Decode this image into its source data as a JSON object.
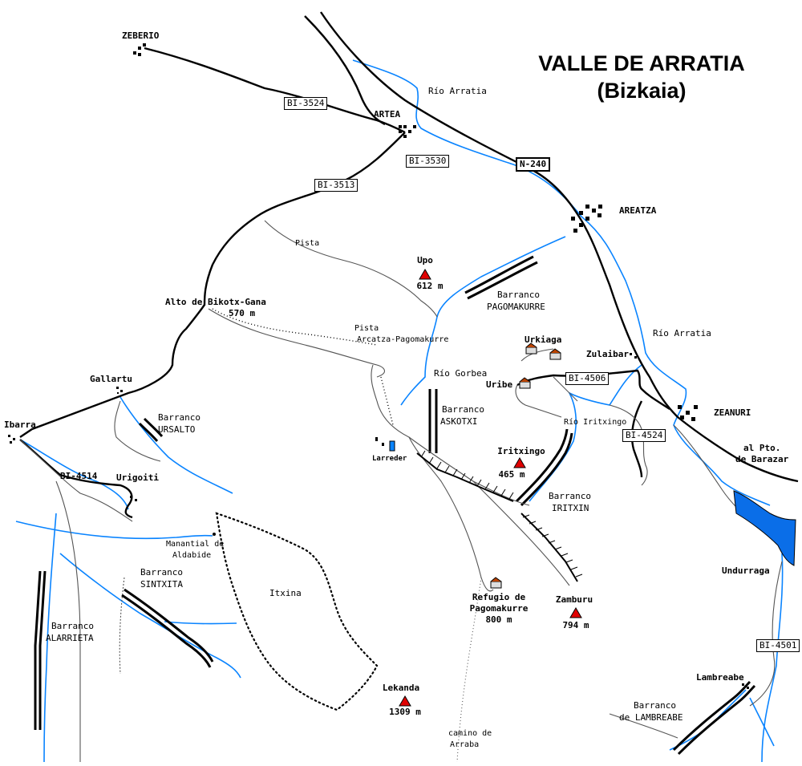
{
  "title": {
    "line1": "VALLE DE ARRATIA",
    "line2": "(Bizkaia)"
  },
  "roads": {
    "bi3524": "BI-3524",
    "bi3530": "BI-3530",
    "n240": "N-240",
    "bi3513": "BI-3513",
    "bi4506": "BI-4506",
    "bi4524": "BI-4524",
    "bi4514": "BI-4514",
    "bi4501": "BI-4501"
  },
  "towns": {
    "zeberio": "ZEBERIO",
    "artea": "ARTEA",
    "areatza": "AREATZA",
    "zeanuri": "ZEANURI",
    "ibarra": "Ibarra",
    "gallartu": "Gallartu",
    "urigoiti": "Urigoiti",
    "undurraga": "Undurraga",
    "lambreabe": "Lambreabe",
    "larreder": "Larreder",
    "zulaibar": "Zulaibar",
    "uribe": "Uribe",
    "urkiaga": "Urkiaga"
  },
  "rivers": {
    "arratia_top": "Río Arratia",
    "arratia_mid": "Río Arratia",
    "gorbea": "Río Gorbea",
    "iritxingo": "Río Iritxingo"
  },
  "peaks": {
    "upo": {
      "name": "Upo",
      "alt": "612 m"
    },
    "iritxingo": {
      "name": "Iritxingo",
      "alt": "465 m"
    },
    "zamburu": {
      "name": "Zamburu",
      "alt": "794 m"
    },
    "lekanda": {
      "name": "Lekanda",
      "alt": "1309 m"
    }
  },
  "places": {
    "alto_line1": "Alto de Bikotx-Gana",
    "alto_line2": "570 m",
    "pista": "Pista",
    "pista_ap1": "Pista",
    "pista_ap2": "Arcatza-Pagomakurre",
    "refugio1": "Refugio de",
    "refugio2": "Pagomakurre",
    "refugio3": "800 m",
    "camino1": "camino de",
    "camino2": "Arraba",
    "manantial1": "Manantial de",
    "manantial2": "Aldabide",
    "itxina": "Itxina",
    "barazar1": "al Pto.",
    "barazar2": "de Barazar"
  },
  "barrancos": {
    "pagomakurre": [
      "Barranco",
      "PAGOMAKURRE"
    ],
    "askotxi": [
      "Barranco",
      "ASKOTXI"
    ],
    "ursalto": [
      "Barranco",
      "URSALTO"
    ],
    "iritxin": [
      "Barranco",
      "IRITXIN"
    ],
    "sintxita": [
      "Barranco",
      "SINTXITA"
    ],
    "alarrieta": [
      "Barranco",
      "ALARRIETA"
    ],
    "lambreabe": [
      "Barranco",
      "de LAMBREABE"
    ]
  },
  "colors": {
    "river": "#0a84ff",
    "lake": "#0a6ee8",
    "peak": "#e00000",
    "road": "#000000",
    "track": "#555555"
  }
}
